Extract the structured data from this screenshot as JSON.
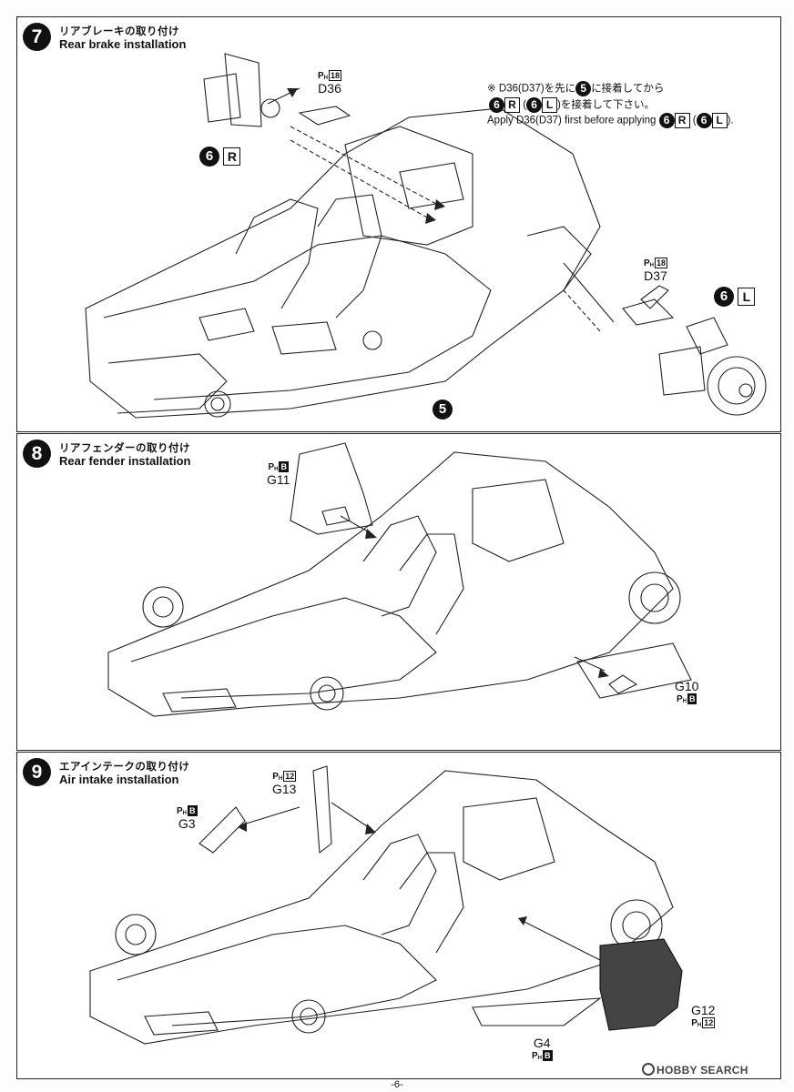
{
  "step7": {
    "number": "7",
    "title_jp": "リアブレーキの取り付け",
    "title_en": "Rear brake installation",
    "note_jp_1a": "※ D36(D37)を先に",
    "note_ref": "5",
    "note_jp_1b": "に接着してから",
    "note_jp_2": ")を接着して下さい。",
    "note_en_a": "Apply D36(D37) first before applying",
    "part_top": {
      "sprue": "P",
      "sprue_sub": "H",
      "sprue_box": "18",
      "code": "D36"
    },
    "part_right": {
      "sprue": "P",
      "sprue_sub": "H",
      "sprue_box": "18",
      "code": "D37"
    },
    "ref_right_brake": {
      "num": "6",
      "side": "R"
    },
    "ref_left_brake": {
      "num": "6",
      "side": "L"
    },
    "ref_chassis": "5"
  },
  "step8": {
    "number": "8",
    "title_jp": "リアフェンダーの取り付け",
    "title_en": "Rear fender installation",
    "part_upper": {
      "sprue": "P",
      "sprue_sub": "H",
      "sprue_box": "B",
      "code": "G11"
    },
    "part_lower": {
      "sprue": "P",
      "sprue_sub": "H",
      "sprue_box": "B",
      "code": "G10"
    }
  },
  "step9": {
    "number": "9",
    "title_jp": "エアインテークの取り付け",
    "title_en": "Air intake installation",
    "part_g13": {
      "sprue": "P",
      "sprue_sub": "H",
      "sprue_box": "12",
      "code": "G13"
    },
    "part_g3": {
      "sprue": "P",
      "sprue_sub": "H",
      "sprue_box": "B",
      "code": "G3"
    },
    "part_g12": {
      "sprue": "P",
      "sprue_sub": "H",
      "sprue_box": "12",
      "code": "G12"
    },
    "part_g4": {
      "sprue": "P",
      "sprue_sub": "H",
      "sprue_box": "B",
      "code": "G4"
    }
  },
  "footer": {
    "page_number": "-6-",
    "watermark": "HOBBY SEARCH"
  }
}
